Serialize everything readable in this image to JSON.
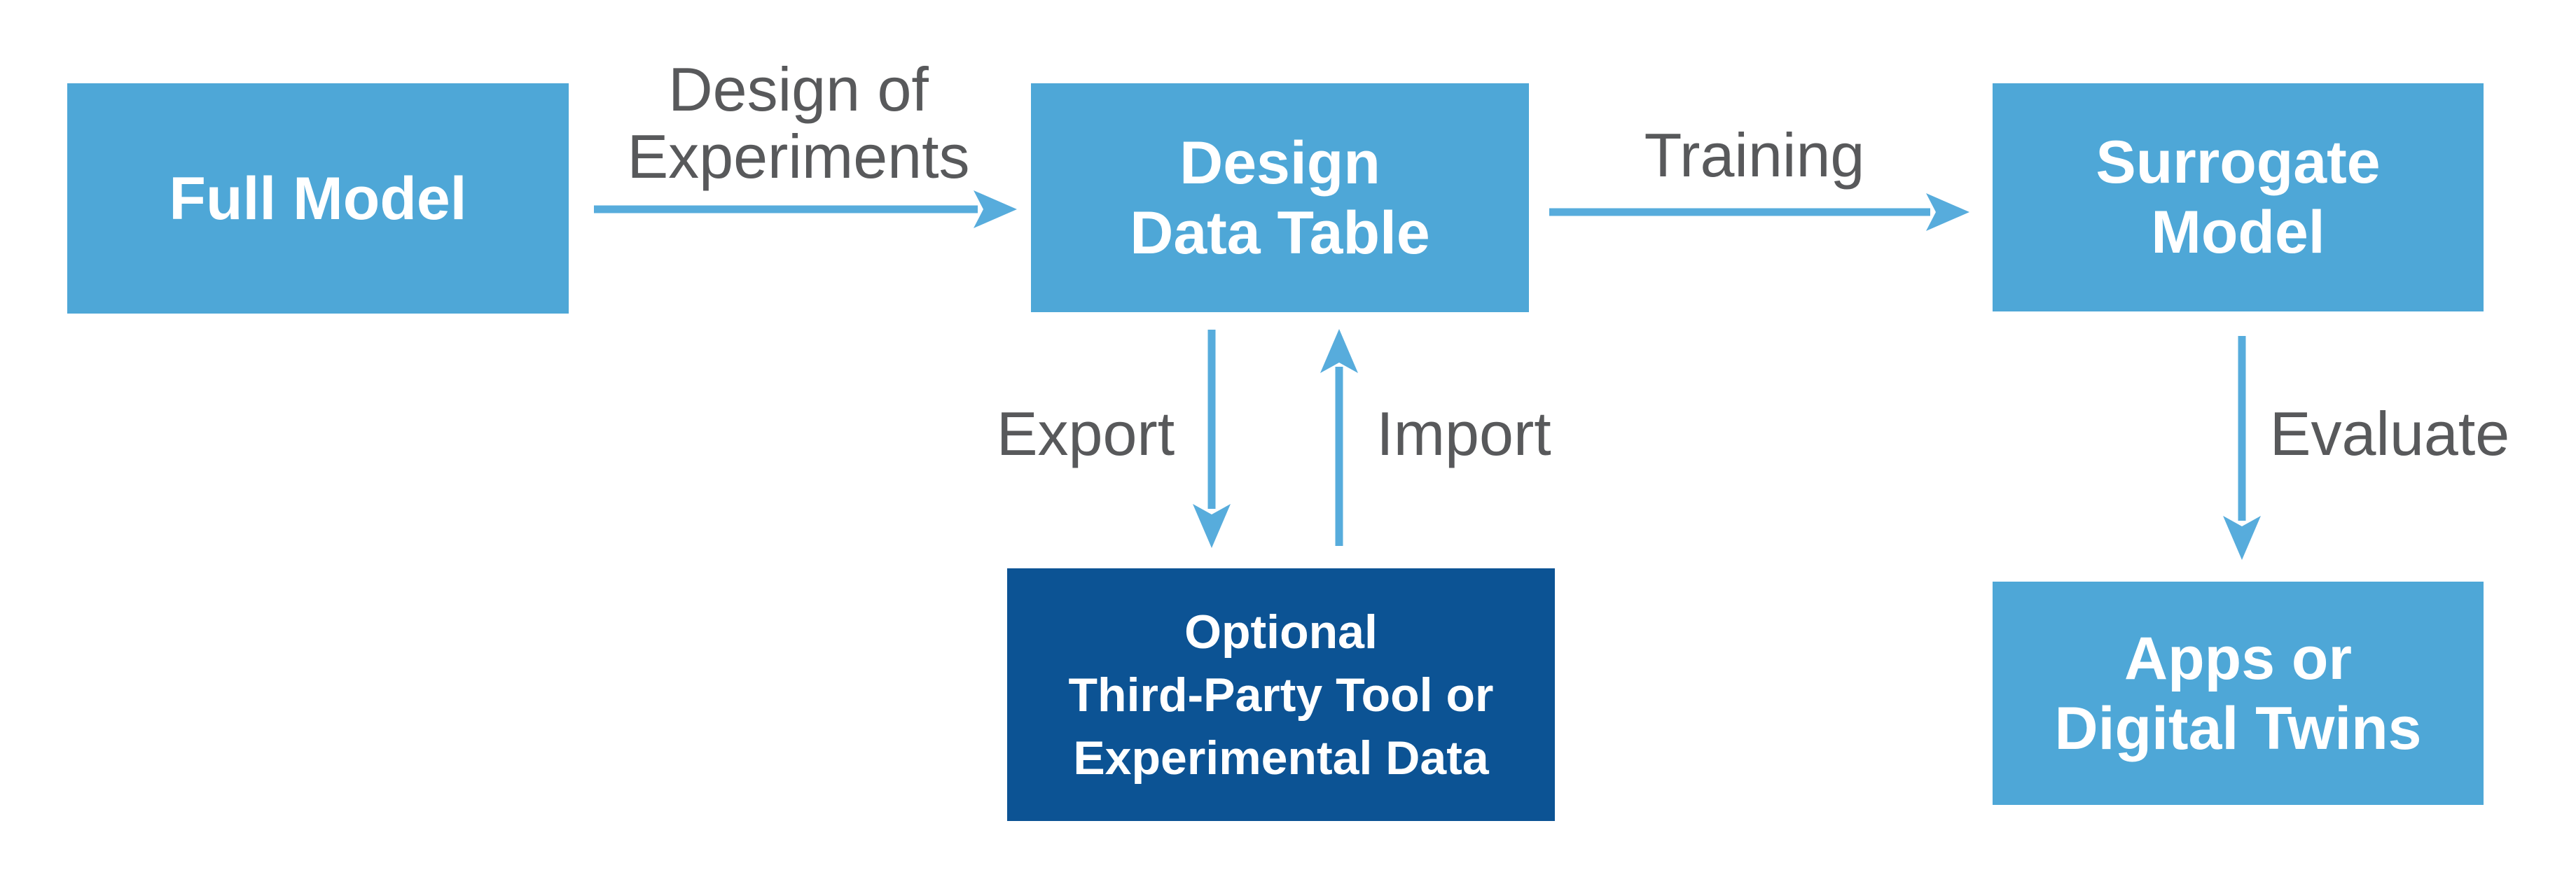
{
  "diagram": {
    "description": "Surrogate modeling workflow diagram",
    "nodes": {
      "full_model": {
        "lines": [
          "Full Model"
        ]
      },
      "design_data_table": {
        "lines": [
          "Design",
          "Data Table"
        ]
      },
      "surrogate_model": {
        "lines": [
          "Surrogate",
          "Model"
        ]
      },
      "apps_or_digital_twins": {
        "lines": [
          "Apps or",
          "Digital Twins"
        ]
      },
      "optional_third_party": {
        "lines": [
          "Optional",
          "Third-Party Tool or",
          "Experimental Data"
        ]
      }
    },
    "edges": {
      "design_of_experiments": {
        "lines": [
          "Design of",
          "Experiments"
        ]
      },
      "training": {
        "label": "Training"
      },
      "export": {
        "label": "Export"
      },
      "import": {
        "label": "Import"
      },
      "evaluate": {
        "label": "Evaluate"
      }
    },
    "colors": {
      "node_light": "#4EA7D7",
      "node_dark": "#0C5394",
      "arrow": "#57ACDC",
      "edge_label_text": "#58595B",
      "node_label_text": "#FFFFFF",
      "background": "#FFFFFF"
    }
  }
}
